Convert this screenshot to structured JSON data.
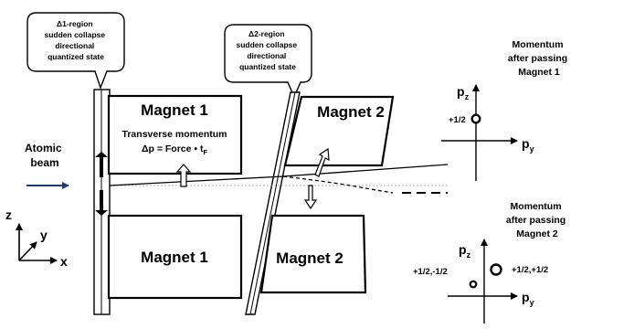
{
  "callouts": {
    "delta1": [
      "Δ1-region",
      "sudden collapse",
      "directional",
      "quantized state"
    ],
    "delta2": [
      "Δ2-region",
      "sudden collapse",
      "directional",
      "quantized state"
    ]
  },
  "magnets": {
    "m1_top": "Magnet 1",
    "m1_bottom": "Magnet 1",
    "m2_top": "Magnet 2",
    "m2_bottom": "Magnet 2"
  },
  "transverse": {
    "line1": "Transverse momentum",
    "line2_prefix": "Δp = Force • t",
    "line2_sub": "F"
  },
  "beam_label": [
    "Atomic",
    "beam"
  ],
  "axes3d": {
    "z": "z",
    "y": "y",
    "x": "x"
  },
  "momentum1": {
    "title": [
      "Momentum",
      "after passing",
      "Magnet 1"
    ],
    "pz": "p",
    "pz_sub": "z",
    "py": "p",
    "py_sub": "y",
    "point_label": "+1/2"
  },
  "momentum2": {
    "title": [
      "Momentum",
      "after passing",
      "Magnet 2"
    ],
    "pz": "p",
    "pz_sub": "z",
    "py": "p",
    "py_sub": "y",
    "point_left": "+1/2,-1/2",
    "point_right": "+1/2,+1/2"
  }
}
